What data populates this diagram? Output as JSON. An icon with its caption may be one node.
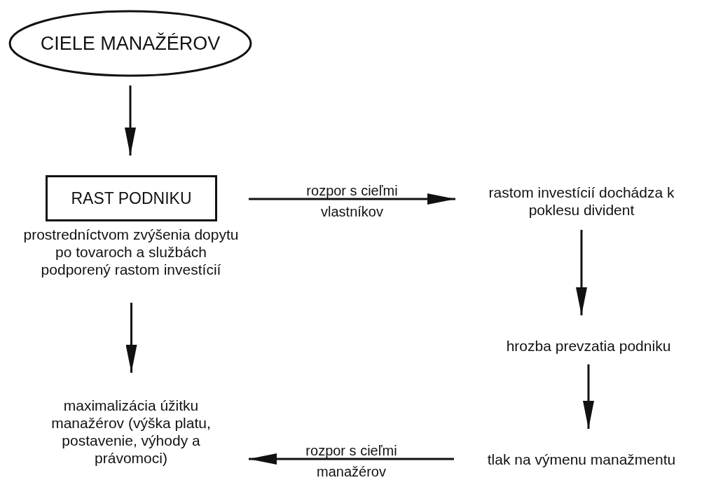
{
  "diagram": {
    "nodes": [
      {
        "text": [
          "CIELE MANAŽÉROV"
        ]
      },
      {
        "text": [
          "RAST PODNIKU"
        ],
        "beside": [
          "prostredníctvom zvýšenia dopytu po tovaroch a službách podporený rastom investícií"
        ]
      },
      {
        "text": [
          "rastom investícií dochádza k poklesu divident"
        ]
      },
      {
        "text": [
          "hrozba prevzatia podniku"
        ]
      },
      {
        "text": [
          "tlak na výmenu manažmentu"
        ]
      },
      {
        "text": [
          "maximalizácia úžitku manažérov (výška platu, postavenie, výhody a právomoci)"
        ]
      }
    ],
    "edges": [
      {
        "from": 0,
        "to": 1,
        "arrow": "to"
      },
      {
        "from": 1,
        "to": 2,
        "arrow": "to",
        "label": "rozpor s cieľmi vlastníkov"
      },
      {
        "from": 2,
        "to": 3,
        "arrow": "to"
      },
      {
        "from": 3,
        "to": 4,
        "arrow": "to"
      },
      {
        "from": 4,
        "to": 5,
        "arrow": "to",
        "label": "rozpor s cieľmi manažérov"
      },
      {
        "from": 1,
        "to": 5,
        "arrow": "to"
      }
    ]
  }
}
